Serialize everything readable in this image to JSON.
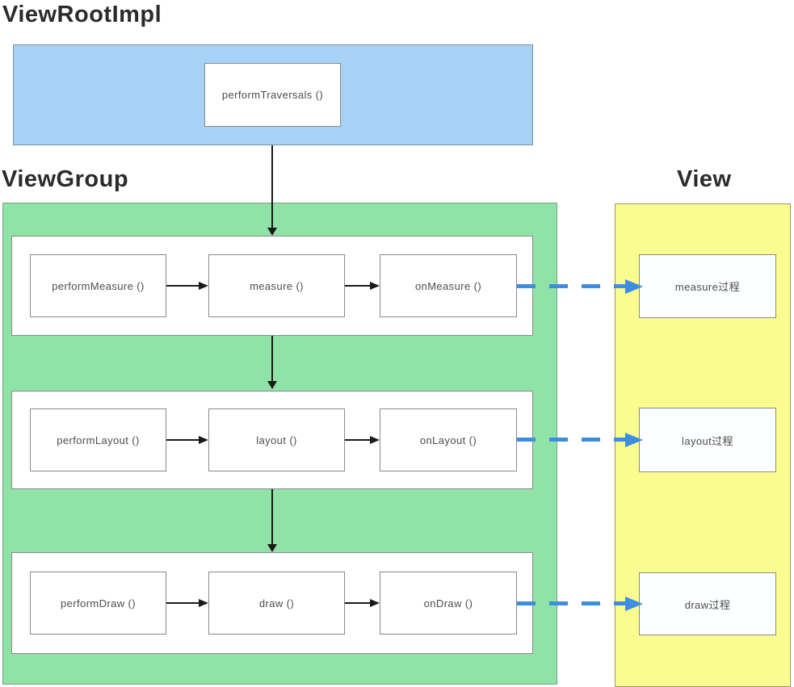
{
  "titles": {
    "view_root_impl": "ViewRootImpl",
    "view_group": "ViewGroup",
    "view": "View"
  },
  "view_root_impl": {
    "box_label": "performTraversals ()"
  },
  "view_group": {
    "rows": [
      [
        "performMeasure ()",
        "measure ()",
        "onMeasure ()"
      ],
      [
        "performLayout ()",
        "layout ()",
        "onLayout ()"
      ],
      [
        "performDraw ()",
        "draw ()",
        "onDraw ()"
      ]
    ]
  },
  "view": {
    "boxes": [
      "measure过程",
      "layout过程",
      "draw过程"
    ]
  },
  "colors": {
    "view_root_impl_fill": "#a8d1f7",
    "view_group_fill": "#90e3a6",
    "view_fill": "#fbfc90",
    "box_border": "#8a8a8a",
    "box_text": "#4d4d4d",
    "solid_arrow": "#1a1a1a",
    "dashed_arrow": "#3d8ee0"
  }
}
